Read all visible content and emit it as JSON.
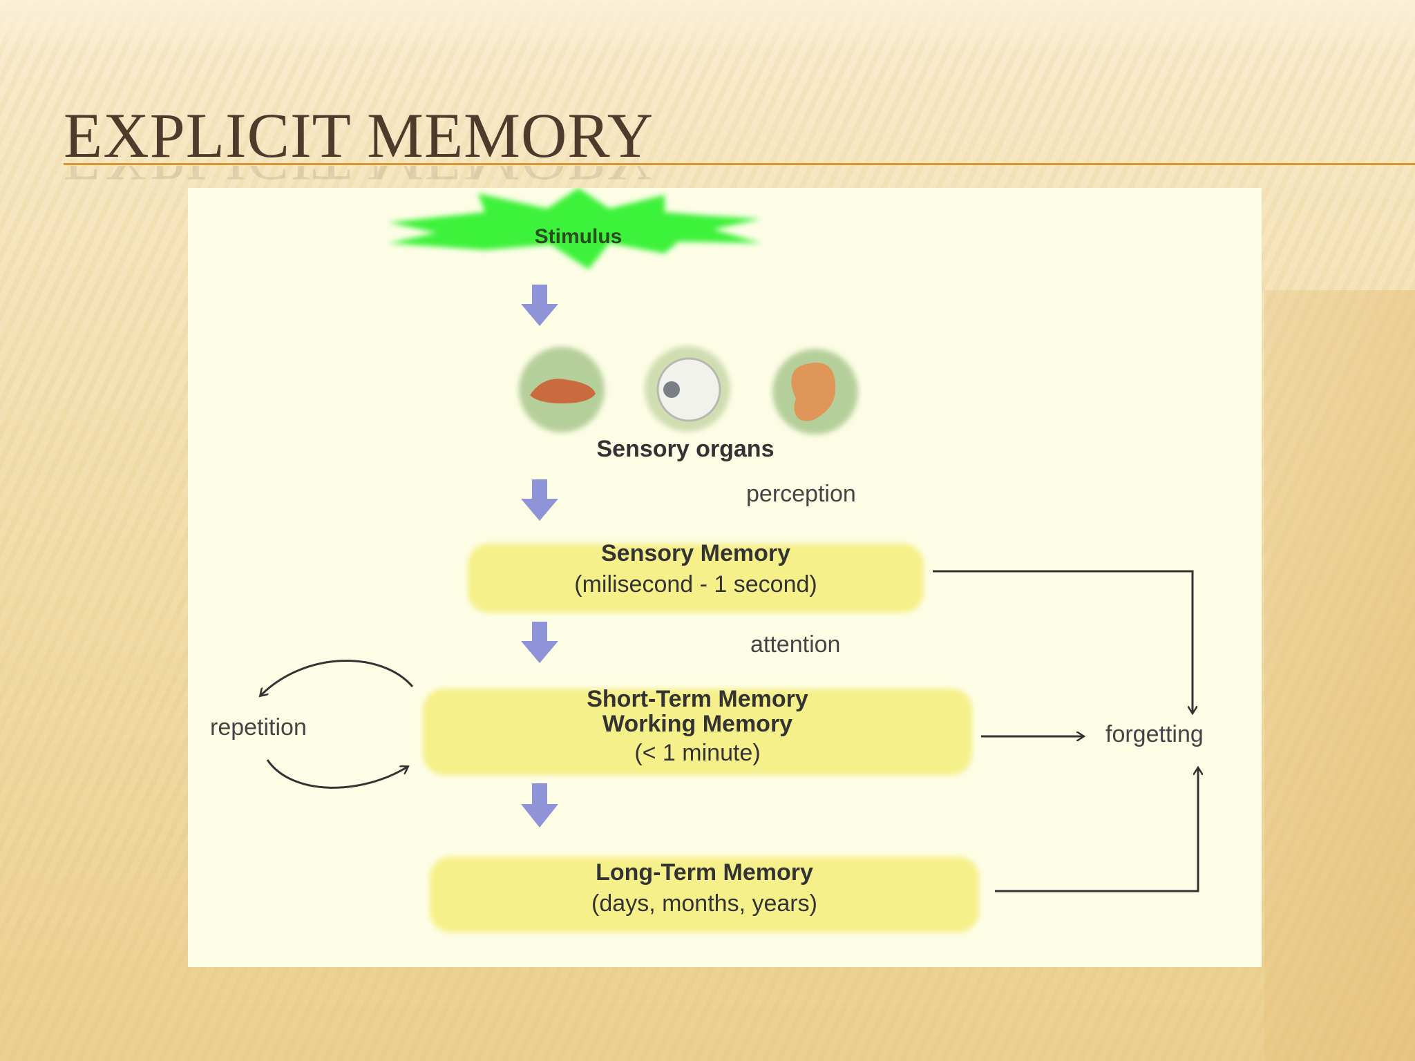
{
  "slide": {
    "title": "EXPLICIT MEMORY"
  },
  "diagram": {
    "stimulus": "Stimulus",
    "sensory_organs": "Sensory organs",
    "perception": "perception",
    "sensory_memory": {
      "title": "Sensory Memory",
      "duration": "(milisecond - 1 second)"
    },
    "attention": "attention",
    "short_term": {
      "title": "Short-Term Memory",
      "subtitle": "Working Memory",
      "duration": "(< 1 minute)"
    },
    "long_term": {
      "title": "Long-Term Memory",
      "duration": "(days, months, years)"
    },
    "repetition": "repetition",
    "forgetting": "forgetting"
  },
  "colors": {
    "title": "#4e3b2c",
    "accent_rule": "#d79a33",
    "stimulus": "#3ef23a",
    "memory_box": "#f6f08a",
    "arrow": "#8f93d8",
    "panel": "#fdfde6"
  }
}
